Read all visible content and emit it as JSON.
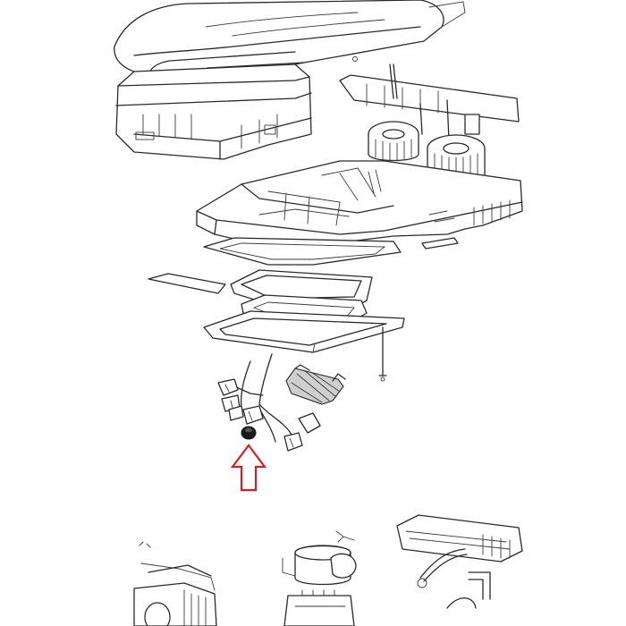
{
  "diagram": {
    "view": "exploded-parts-view",
    "callout": {
      "shape": "hollow-up-arrow",
      "color": "#d0202a",
      "points_to": "highlighted-part"
    }
  }
}
